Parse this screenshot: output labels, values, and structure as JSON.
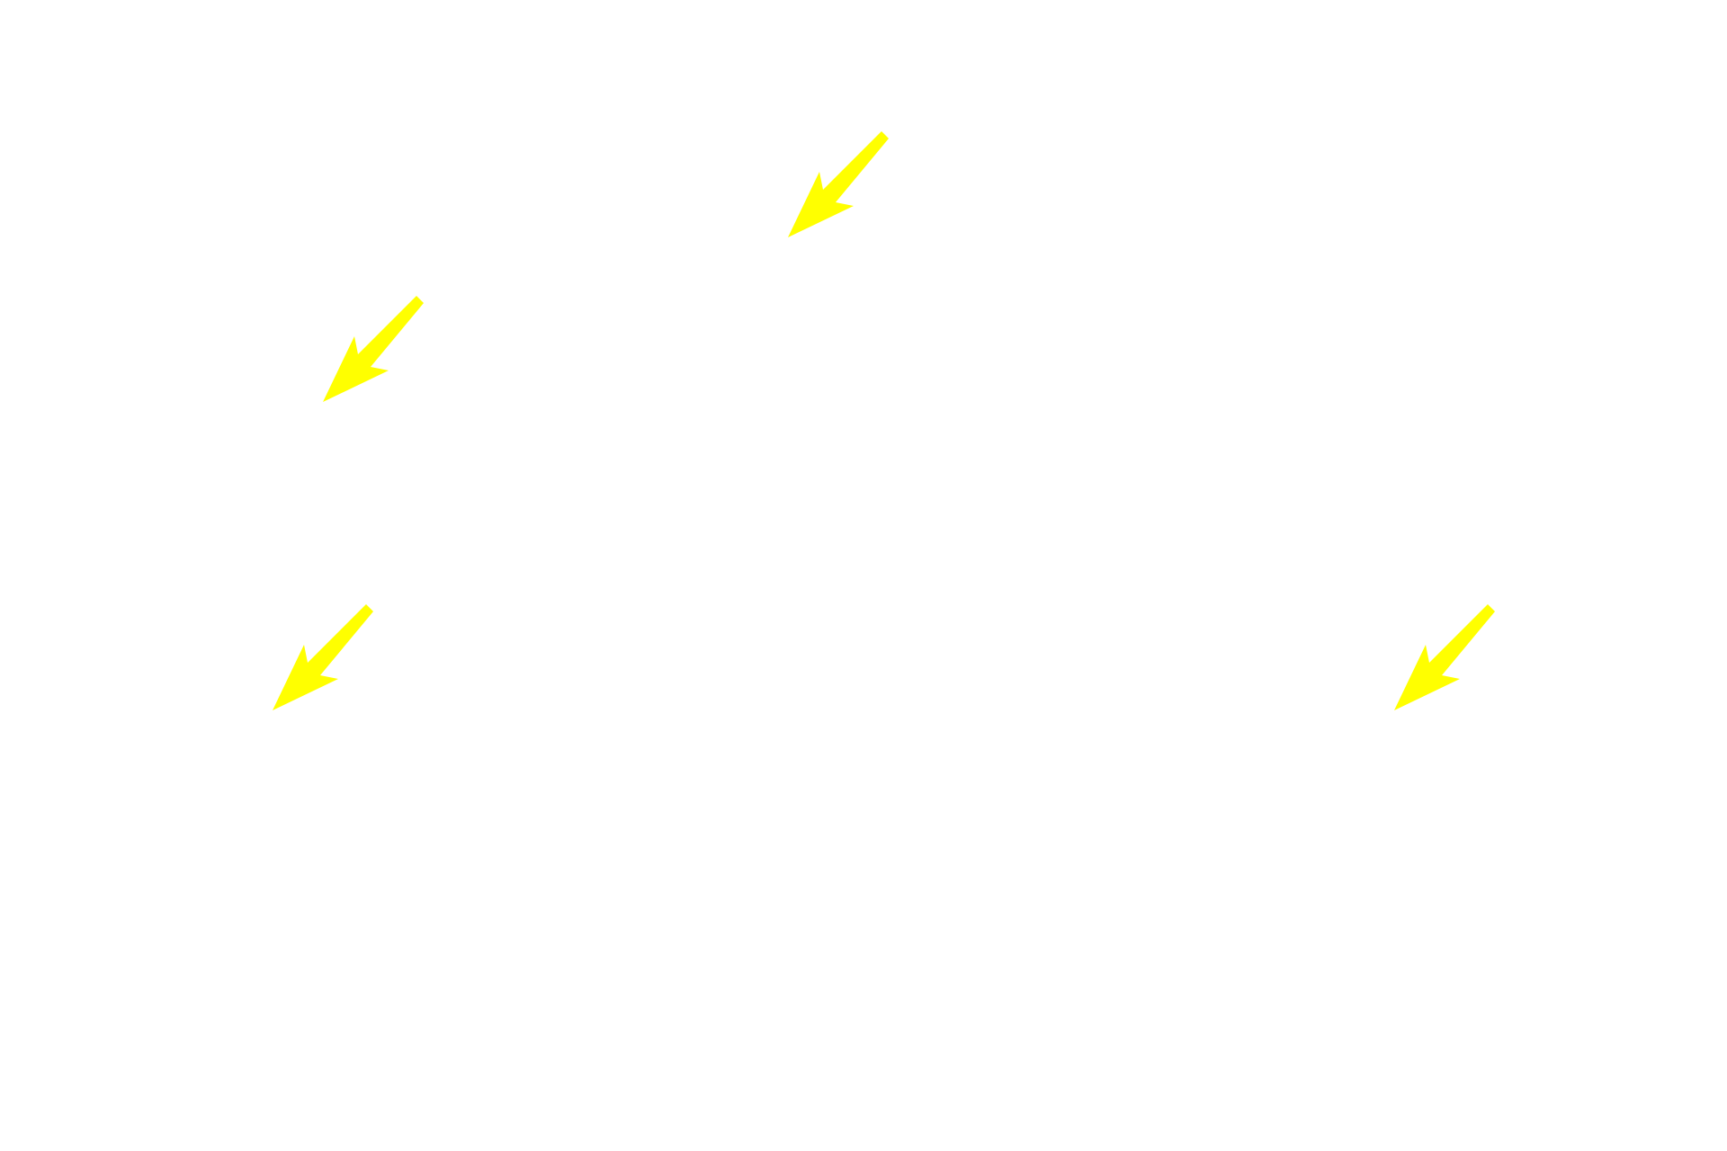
{
  "background_color": "#ffffff",
  "arrow_color": "#ffff00",
  "arrows": [
    {
      "icon": "arrow-down-left-icon",
      "direction": "down-left"
    },
    {
      "icon": "arrow-down-left-icon",
      "direction": "down-left"
    },
    {
      "icon": "arrow-down-left-icon",
      "direction": "down-left"
    },
    {
      "icon": "arrow-down-left-icon",
      "direction": "down-left"
    }
  ]
}
